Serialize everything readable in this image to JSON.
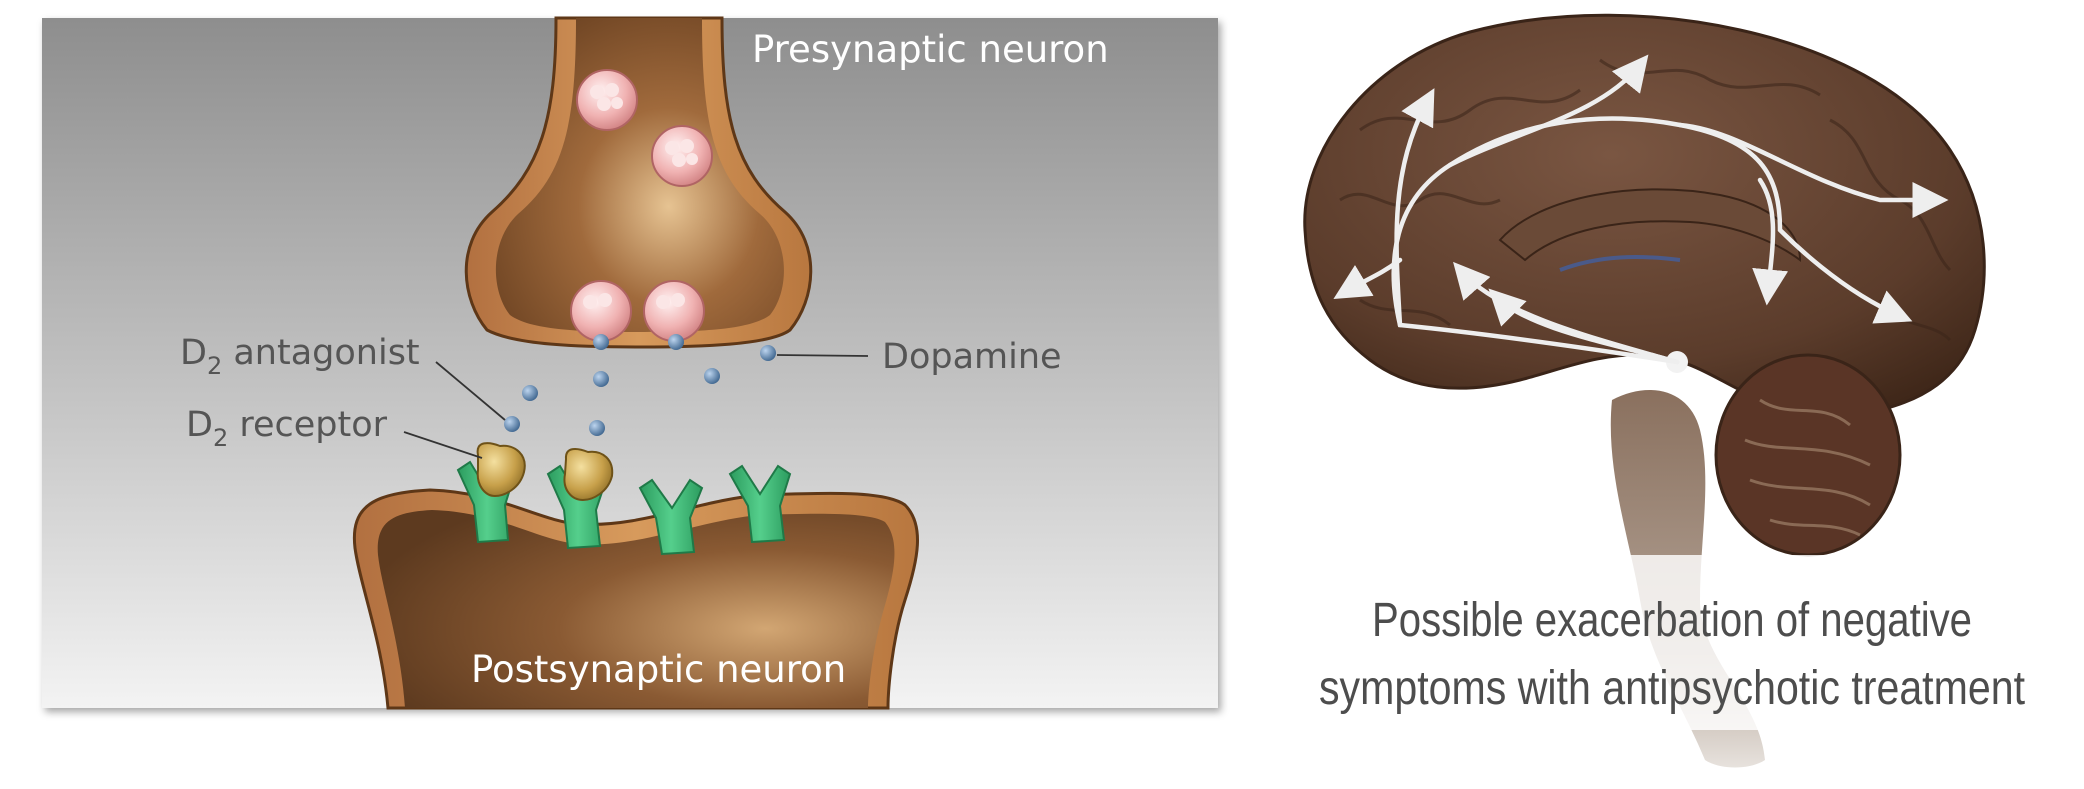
{
  "synapse_panel": {
    "presynaptic_label": "Presynaptic neuron",
    "postsynaptic_label": "Postsynaptic neuron",
    "d2_antagonist": {
      "prefix": "D",
      "subscript": "2",
      "suffix": " antagonist"
    },
    "d2_receptor": {
      "prefix": "D",
      "subscript": "2",
      "suffix": " receptor"
    },
    "dopamine_label": "Dopamine"
  },
  "brain_panel": {
    "caption_line1": "Possible exacerbation of negative",
    "caption_line2": "symptoms with antipsychotic treatment"
  },
  "colors": {
    "panel_top": "#8f8f8f",
    "panel_bottom": "#f4f4f4",
    "neuron_outer": "#c8854a",
    "neuron_inner": "#8a5a33",
    "vesicle": "#eaa4a4",
    "dopamine": "#5a7fa6",
    "receptor": "#3fb877",
    "antagonist": "#c7a04a",
    "brain": "#5a3b2a",
    "pathway_arrow": "#eeeeee",
    "caption_text": "#4d4d4d"
  }
}
